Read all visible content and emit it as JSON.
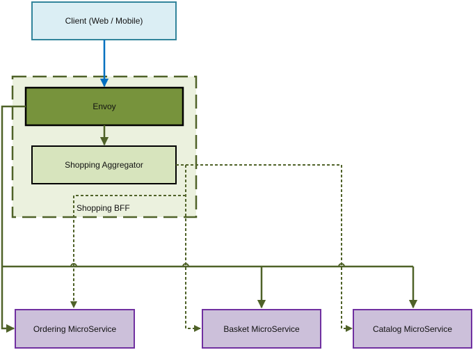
{
  "nodes": {
    "client": "Client (Web / Mobile)",
    "envoy": "Envoy",
    "aggregator": "Shopping Aggregator",
    "bff_group": "Shopping BFF",
    "ordering": "Ordering MicroService",
    "basket": "Basket MicroService",
    "catalog": "Catalog MicroService"
  },
  "colors": {
    "client_fill": "#dbeef4",
    "client_border": "#31849b",
    "client_arrow": "#0070c0",
    "bff_fill": "#ebf1de",
    "bff_border": "#4f6228",
    "envoy_fill": "#77933c",
    "aggregator_fill": "#d7e4bd",
    "line": "#4f6228",
    "service_fill": "#ccc0da",
    "service_border": "#7030a0"
  }
}
